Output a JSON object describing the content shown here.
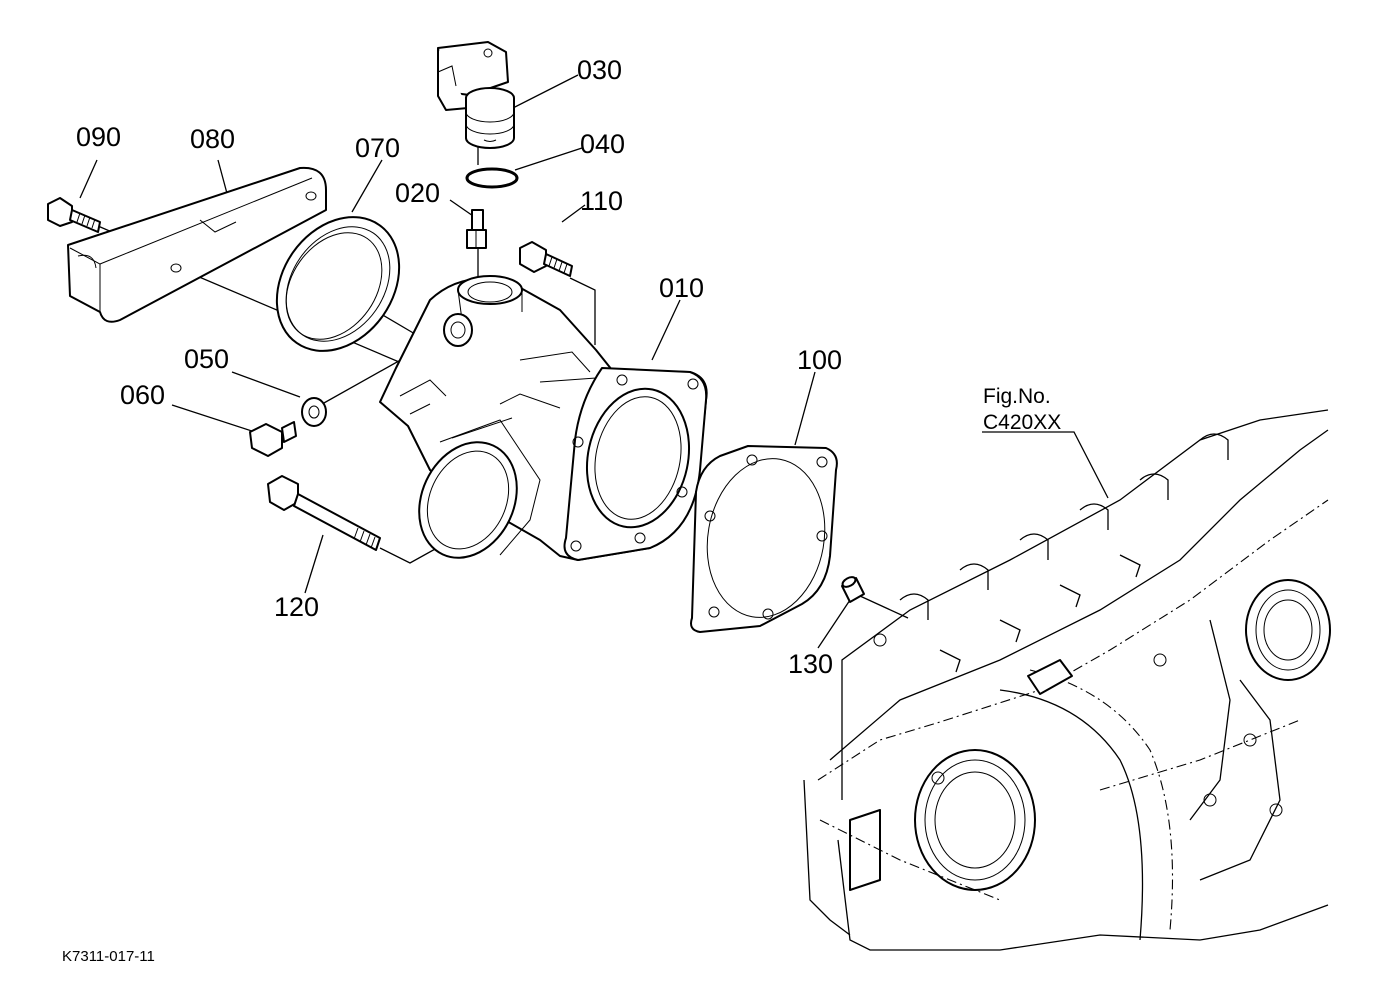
{
  "diagram": {
    "callouts": {
      "p010": "010",
      "p020": "020",
      "p030": "030",
      "p040": "040",
      "p050": "050",
      "p060": "060",
      "p070": "070",
      "p080": "080",
      "p090": "090",
      "p100": "100",
      "p110": "110",
      "p120": "120",
      "p130": "130"
    },
    "figure_ref": {
      "line1": "Fig.No.",
      "line2": "C420XX"
    },
    "drawing_code": "K7311-017-11"
  }
}
